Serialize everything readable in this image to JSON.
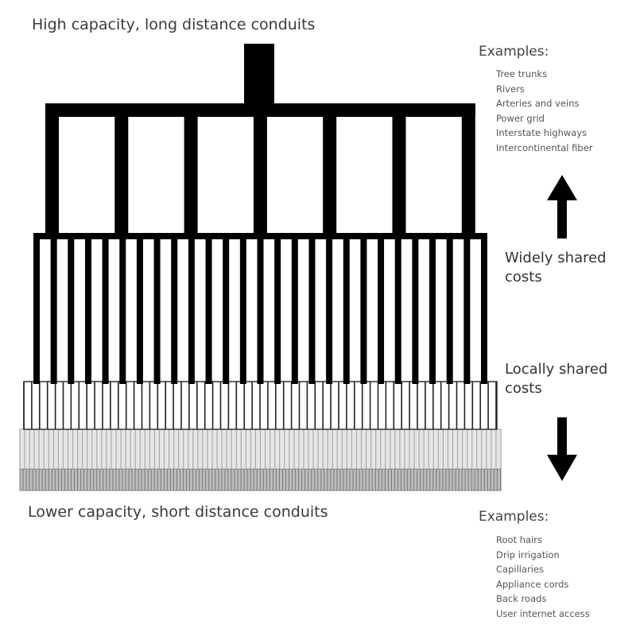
{
  "top_label": "High capacity, long distance conduits",
  "bottom_label": "Lower capacity, short distance conduits",
  "widely_shared": [
    "Widely shared",
    "costs"
  ],
  "locally_shared": [
    "Locally shared",
    "costs"
  ],
  "top_examples": {
    "heading": "Examples:",
    "items": [
      "Tree trunks",
      "Rivers",
      "Arteries and veins",
      "Power grid",
      "Interstate highways",
      "Intercontinental fiber"
    ]
  },
  "bottom_examples": {
    "heading": "Examples:",
    "items": [
      "Root hairs",
      "Drip irrigation",
      "Capillaries",
      "Appliance cords",
      "Back roads",
      "User internet access"
    ]
  },
  "colors": {
    "dark": "#000000",
    "light_fill": "#e6e6e6",
    "mid_fill": "#bdbdbd"
  }
}
